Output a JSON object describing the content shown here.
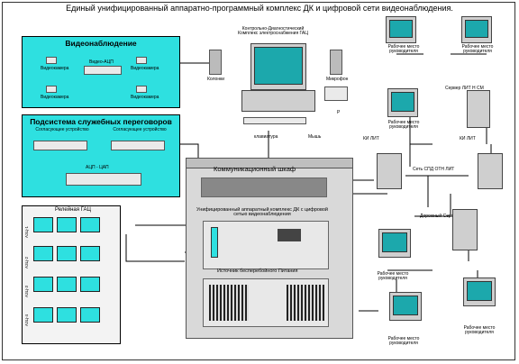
{
  "title": "Единый унифицированный аппаратно-программный комплекс ДК  и цифровой сети видеонаблюдения.",
  "video": {
    "title": "Видеонаблюдение",
    "camera_label": "Видеокамера",
    "hub_label": "Видео-АЦП"
  },
  "negotiation": {
    "title": "Подсистема служебных переговоров",
    "device_label": "Согласующее устройство",
    "converter_label": "АЦП - ЦАП"
  },
  "relays": {
    "title": "Релейная ГАЦ",
    "unit_labels": [
      "АЗЦ-1",
      "АЗЦ-2",
      "АЗЦ-3",
      "АЗЦ-4"
    ]
  },
  "center": {
    "complex_title": "Контрольно-Диагностический Комплекс электроснабжения ГАЦ",
    "speaker_label": "Колонки",
    "microphone_label": "Микрофон",
    "printer_label": "Р",
    "keyboard_label": "клавиатура",
    "mouse_label": "Мышь"
  },
  "cabinet": {
    "title": "Коммуникационный шкаф",
    "unit_title": "Унифицированный  аппаратный  комплекс ДК с цифровой  сетью видеонаблюдения",
    "ups_title": "Источник  бесперебойного  Питания"
  },
  "network": {
    "ki_left": "КИ ЛИТ",
    "ki_right": "КИ ЛИТ",
    "sdth": "Сеть СПД ОТН ЛИТ",
    "server_top": "Сервер ЛИТ Н СМ",
    "server_road": "Дорожный Сервер ЛИТ",
    "workstation_label": "Рабочее место руководителя"
  }
}
